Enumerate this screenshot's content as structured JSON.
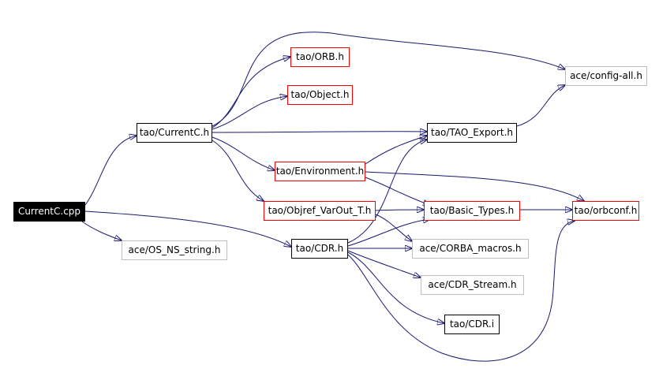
{
  "diagram": {
    "background_color": "#ffffff",
    "edge_color": "#191970",
    "border_colors": {
      "root": "#000000",
      "documented": "#000000",
      "partial": "#ff0000",
      "external": "#bfbfbf"
    },
    "nodes": {
      "currentc_cpp": {
        "label": "CurrentC.cpp",
        "style": "root"
      },
      "currentc_h": {
        "label": "tao/CurrentC.h",
        "style": "documented"
      },
      "os_ns_string": {
        "label": "ace/OS_NS_string.h",
        "style": "external"
      },
      "orb_h": {
        "label": "tao/ORB.h",
        "style": "partial"
      },
      "object_h": {
        "label": "tao/Object.h",
        "style": "partial"
      },
      "environment_h": {
        "label": "tao/Environment.h",
        "style": "partial"
      },
      "objref_varout": {
        "label": "tao/Objref_VarOut_T.h",
        "style": "partial"
      },
      "cdr_h": {
        "label": "tao/CDR.h",
        "style": "documented"
      },
      "config_all": {
        "label": "ace/config-all.h",
        "style": "external"
      },
      "tao_export": {
        "label": "tao/TAO_Export.h",
        "style": "documented"
      },
      "basic_types": {
        "label": "tao/Basic_Types.h",
        "style": "partial"
      },
      "corba_macros": {
        "label": "ace/CORBA_macros.h",
        "style": "external"
      },
      "cdr_stream": {
        "label": "ace/CDR_Stream.h",
        "style": "external"
      },
      "cdr_i": {
        "label": "tao/CDR.i",
        "style": "documented"
      },
      "orbconf": {
        "label": "tao/orbconf.h",
        "style": "partial"
      }
    },
    "edges": [
      [
        "currentc_cpp",
        "currentc_h"
      ],
      [
        "currentc_cpp",
        "os_ns_string"
      ],
      [
        "currentc_cpp",
        "cdr_h"
      ],
      [
        "currentc_h",
        "config_all"
      ],
      [
        "currentc_h",
        "orb_h"
      ],
      [
        "currentc_h",
        "object_h"
      ],
      [
        "currentc_h",
        "tao_export"
      ],
      [
        "currentc_h",
        "environment_h"
      ],
      [
        "currentc_h",
        "objref_varout"
      ],
      [
        "environment_h",
        "tao_export"
      ],
      [
        "environment_h",
        "orbconf"
      ],
      [
        "environment_h",
        "basic_types"
      ],
      [
        "objref_varout",
        "basic_types"
      ],
      [
        "objref_varout",
        "corba_macros"
      ],
      [
        "cdr_h",
        "tao_export"
      ],
      [
        "cdr_h",
        "basic_types"
      ],
      [
        "cdr_h",
        "corba_macros"
      ],
      [
        "cdr_h",
        "cdr_stream"
      ],
      [
        "cdr_h",
        "cdr_i"
      ],
      [
        "cdr_h",
        "orbconf"
      ],
      [
        "tao_export",
        "config_all"
      ],
      [
        "basic_types",
        "orbconf"
      ]
    ]
  }
}
